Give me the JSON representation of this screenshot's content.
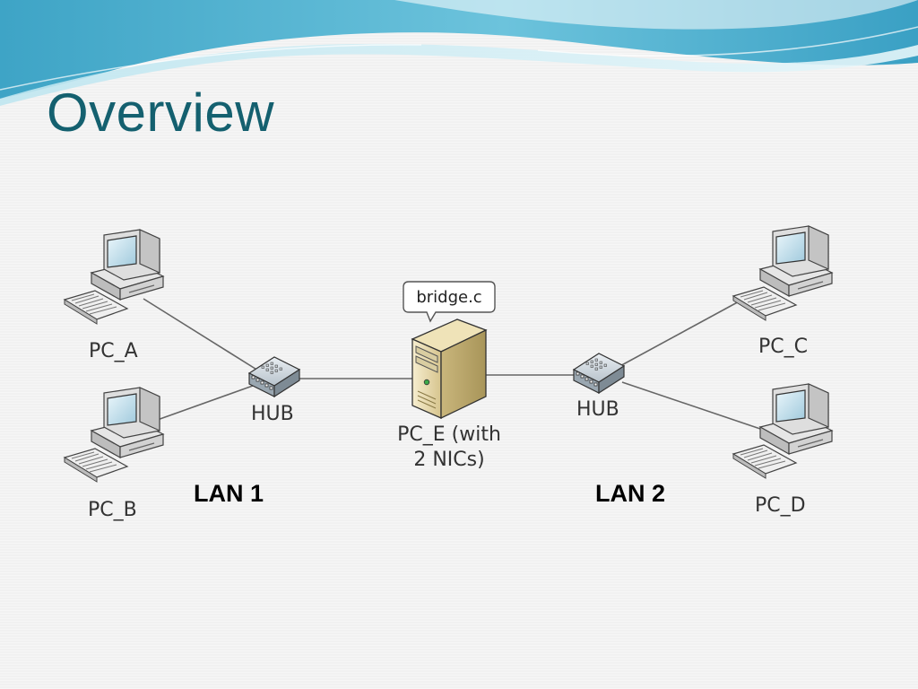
{
  "slide": {
    "title": "Overview"
  },
  "diagram": {
    "nodes": {
      "pc_a": "PC_A",
      "pc_b": "PC_B",
      "pc_c": "PC_C",
      "pc_d": "PC_D",
      "hub_1": "HUB",
      "hub_2": "HUB",
      "pc_e_line1": "PC_E (with",
      "pc_e_line2": "2 NICs)"
    },
    "callout": "bridge.c",
    "lans": {
      "lan_1": "LAN 1",
      "lan_2": "LAN 2"
    },
    "colors": {
      "title": "#14606f",
      "wave_dark": "#3fa9c9",
      "wave_light": "#a8dbe8",
      "link": "#666666"
    },
    "icons": {
      "computer": "desktop-computer-icon",
      "hub": "network-hub-icon",
      "server": "tower-server-icon"
    }
  }
}
